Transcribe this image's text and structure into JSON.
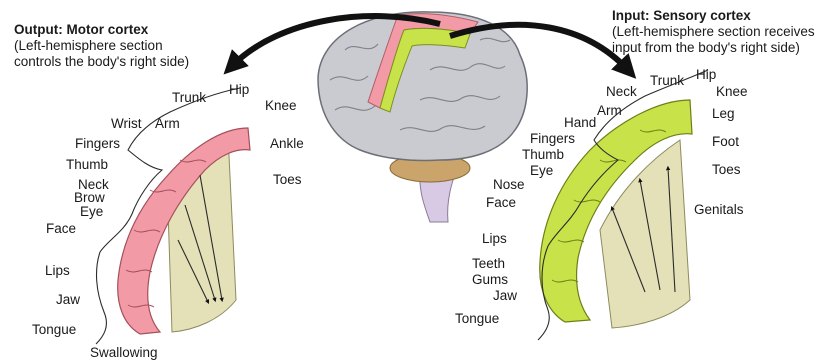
{
  "motor": {
    "title": "Output: Motor cortex",
    "sub1": "(Left-hemisphere section",
    "sub2": "controls the body's right side)",
    "labels": {
      "trunk": "Trunk",
      "hip": "Hip",
      "knee": "Knee",
      "wrist": "Wrist",
      "arm": "Arm",
      "ankle": "Ankle",
      "fingers": "Fingers",
      "thumb": "Thumb",
      "toes": "Toes",
      "neck": "Neck",
      "brow": "Brow",
      "eye": "Eye",
      "face": "Face",
      "lips": "Lips",
      "jaw": "Jaw",
      "tongue": "Tongue",
      "swallowing": "Swallowing"
    }
  },
  "sensory": {
    "title": "Input: Sensory cortex",
    "sub1": "(Left-hemisphere section receives",
    "sub2": "input from the body's right side)",
    "labels": {
      "trunk": "Trunk",
      "hip": "Hip",
      "neck": "Neck",
      "knee": "Knee",
      "arm": "Arm",
      "hand": "Hand",
      "leg": "Leg",
      "fingers": "Fingers",
      "thumb": "Thumb",
      "foot": "Foot",
      "eye": "Eye",
      "toes": "Toes",
      "nose": "Nose",
      "face": "Face",
      "genitals": "Genitals",
      "lips": "Lips",
      "teeth": "Teeth",
      "gums": "Gums",
      "jaw": "Jaw",
      "tongue": "Tongue"
    }
  },
  "colors": {
    "motor_strip": "#f29aa6",
    "sensory_strip": "#c8e24a",
    "brain": "#c9cbd0",
    "white_matter": "#e4e1b8",
    "arrow": "#111111"
  }
}
